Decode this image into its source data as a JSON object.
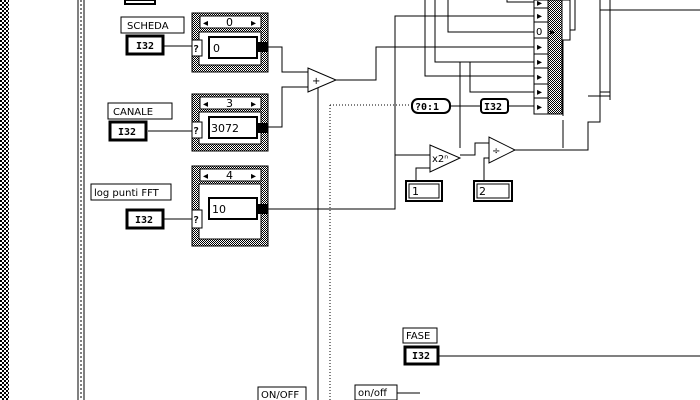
{
  "labels": {
    "scheda": "SCHEDA",
    "canale": "CANALE",
    "log_punti_fft": "log punti FFT",
    "fase": "FASE",
    "on_off_upper": "ON/OFF",
    "on_off_lower": "on/off"
  },
  "terminals": {
    "type": "I32",
    "question_mark": "?",
    "plus": "+",
    "divide": "÷",
    "power2": "x2ⁿ",
    "convert": "?0:1",
    "zero_in_cluster": "0"
  },
  "case_structures": [
    {
      "selector": "0",
      "value": "0"
    },
    {
      "selector": "3",
      "value": "3072"
    },
    {
      "selector": "4",
      "value": "10"
    }
  ],
  "constants": {
    "power_const": "1",
    "divide_const": "2"
  },
  "colors": {
    "background": "#ffffff",
    "wire": "#000000",
    "border_pattern": "#000000"
  }
}
